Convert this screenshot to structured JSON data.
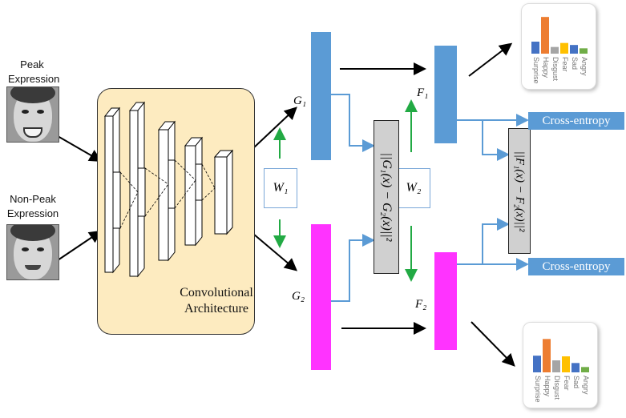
{
  "faces": {
    "peak_label": "Peak\nExpression",
    "nonpeak_label": "Non-Peak\nExpression"
  },
  "conv": {
    "label": "Convolutional\nArchitecture"
  },
  "vars": {
    "g1": "G₁",
    "g2": "G₂",
    "f1": "F₁",
    "f2": "F₂",
    "w1": "W₁",
    "w2": "W₂",
    "diff_g": "||G₁(x) − G₂(x)||²",
    "diff_f": "||F₁(x) − F₂(x)||²"
  },
  "loss": {
    "ce_top": "Cross-entropy",
    "ce_bottom": "Cross-entropy"
  },
  "colors": {
    "blue": "#5b9bd5",
    "magenta": "#ff33ff",
    "green": "#22aa44",
    "conv_fill": "#fdebc0"
  },
  "chart_data": [
    {
      "type": "bar",
      "categories": [
        "Surprise",
        "Happy",
        "Disgust",
        "Fear",
        "Sad",
        "Angry"
      ],
      "values": [
        0.18,
        0.55,
        0.1,
        0.16,
        0.13,
        0.08
      ],
      "colors": [
        "#4472c4",
        "#ed7d31",
        "#a5a5a5",
        "#ffc000",
        "#4472c4",
        "#70ad47"
      ]
    },
    {
      "type": "bar",
      "categories": [
        "Surprise",
        "Happy",
        "Disgust",
        "Fear",
        "Sad",
        "Angry"
      ],
      "values": [
        0.25,
        0.5,
        0.18,
        0.24,
        0.14,
        0.08
      ],
      "colors": [
        "#4472c4",
        "#ed7d31",
        "#a5a5a5",
        "#ffc000",
        "#4472c4",
        "#70ad47"
      ]
    }
  ]
}
